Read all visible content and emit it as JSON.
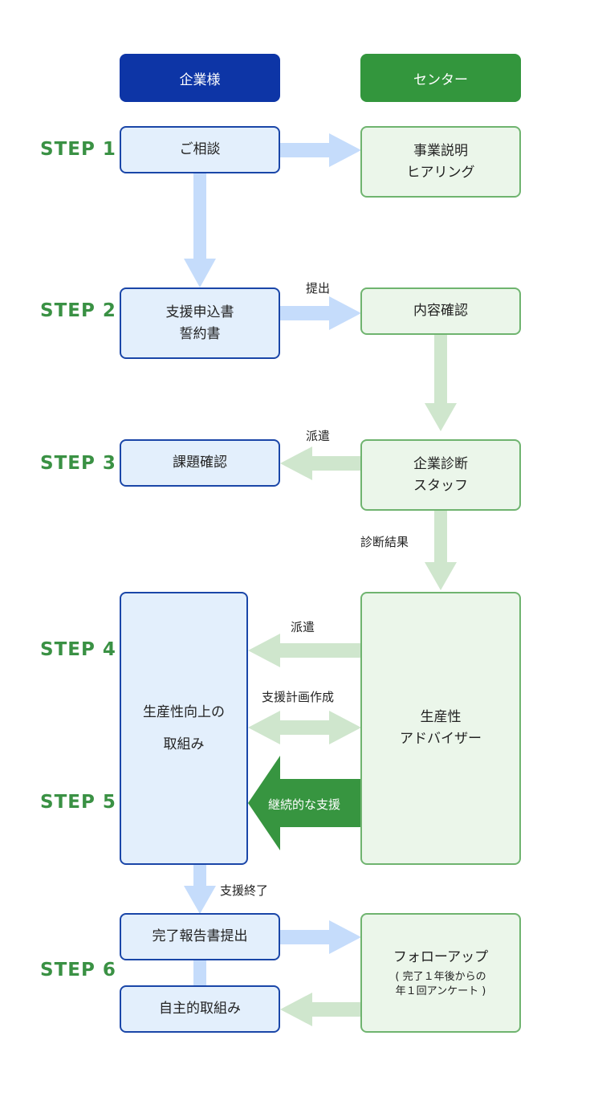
{
  "headers": {
    "company": "企業様",
    "center": "センター"
  },
  "steps": [
    "STEP 1",
    "STEP 2",
    "STEP 3",
    "STEP 4",
    "STEP 5",
    "STEP 6"
  ],
  "nodes": {
    "consultation": "ご相談",
    "business_explanation": [
      "事業説明",
      "ヒアリング"
    ],
    "application": [
      "支援申込書",
      "誓約書"
    ],
    "content_check": "内容確認",
    "issue_check": "課題確認",
    "diagnosis_staff": [
      "企業診断",
      "スタッフ"
    ],
    "productivity_work": [
      "生産性向上の",
      "取組み"
    ],
    "advisor": [
      "生産性",
      "アドバイザー"
    ],
    "completion_report": "完了報告書提出",
    "self_work": "自主的取組み",
    "follow_up": {
      "title": "フォローアップ",
      "note": [
        "( 完了１年後からの",
        "年１回アンケート )"
      ]
    }
  },
  "edge_labels": {
    "submit": "提出",
    "dispatch_1": "派遣",
    "diagnosis_result": "診断結果",
    "dispatch_2": "派遣",
    "support_plan": "支援計画作成",
    "continuous_support": "継続的な支援",
    "support_end": "支援終了"
  },
  "colors": {
    "company_header": "#0d35a6",
    "center_header": "#33963d",
    "step_text": "#3a9144",
    "blue_arrow": "#c5dcfb",
    "green_arrow": "#cfe6cd",
    "strong_green_arrow": "#379540"
  }
}
